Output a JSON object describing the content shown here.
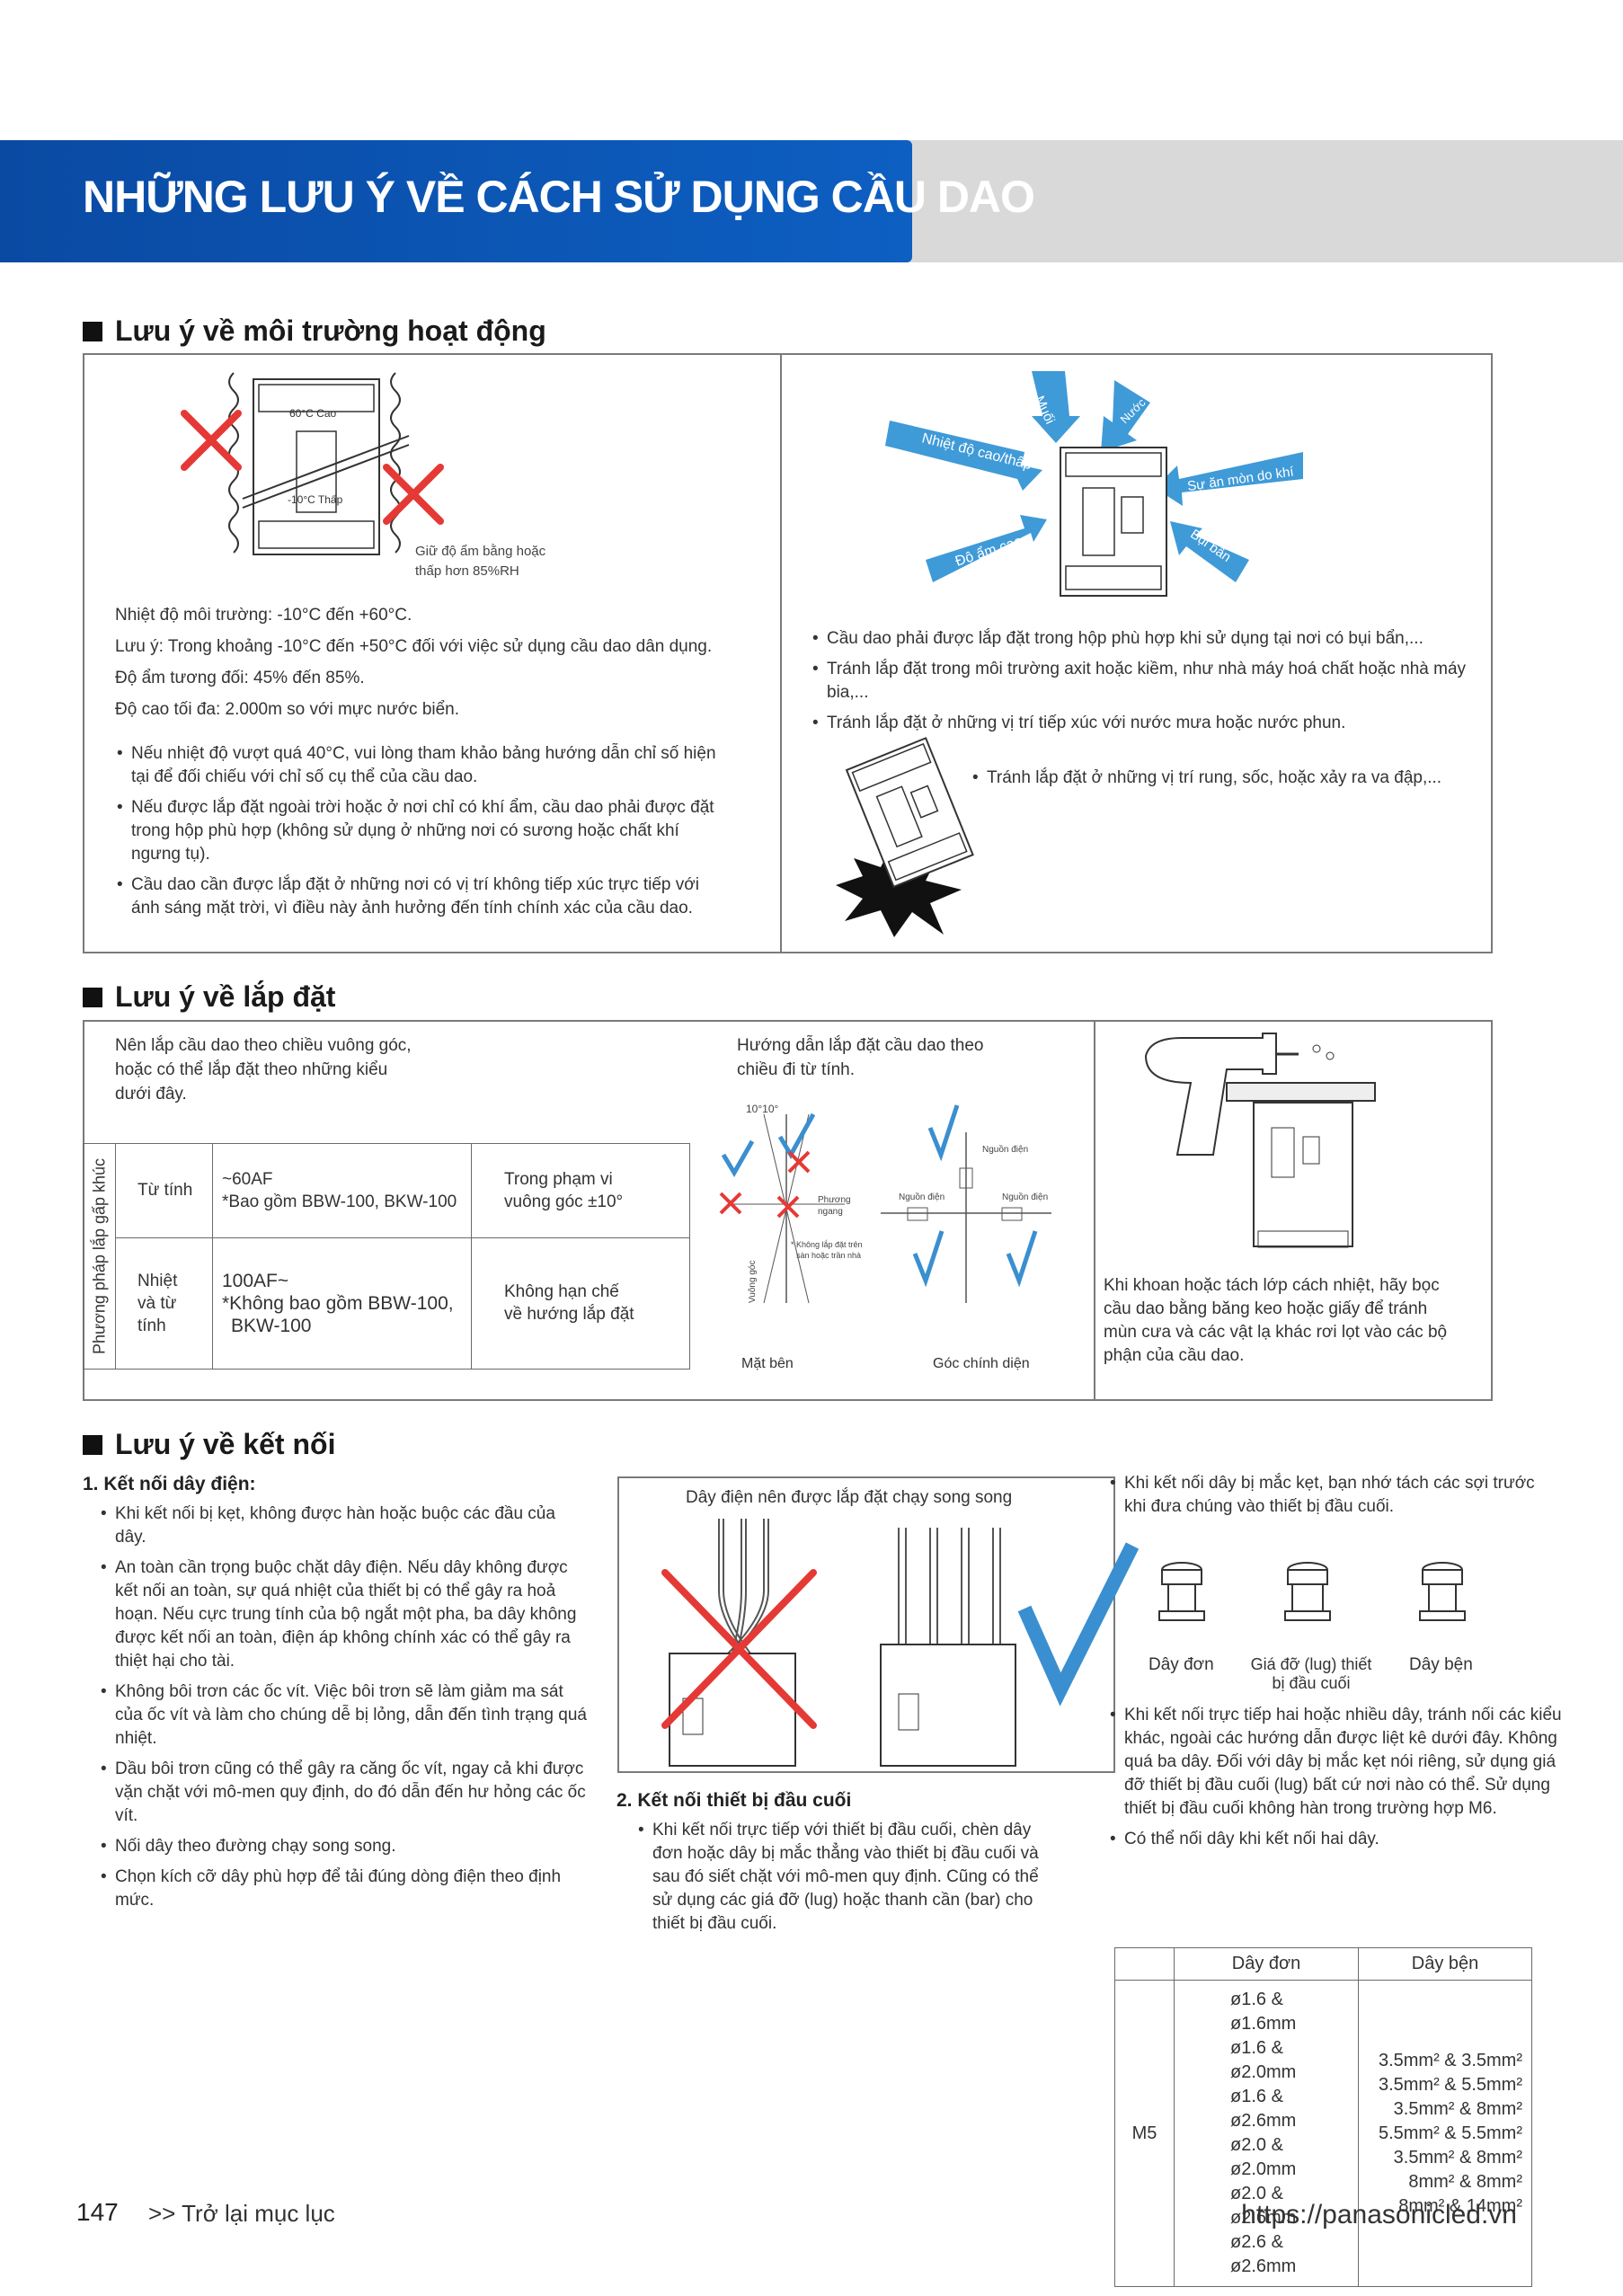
{
  "header": {
    "title": "NHỮNG LƯU Ý VỀ CÁCH SỬ DỤNG CẦU DAO"
  },
  "env": {
    "heading": "Lưu ý về môi trường hoạt động",
    "diagram": {
      "label_high": "60°C Cao",
      "label_low": "-10°C Thấp",
      "humidity_note_1": "Giữ độ ẩm bằng hoặc",
      "humidity_note_2": "thấp hơn 85%RH"
    },
    "specs": [
      "Nhiệt độ môi trường: -10°C đến +60°C.",
      "Lưu ý: Trong khoảng -10°C đến +50°C đối với việc sử dụng cầu dao dân dụng.",
      "Độ ẩm tương đối: 45% đến 85%.",
      "Độ cao tối đa: 2.000m so với mực nước biển."
    ],
    "left_bullets": [
      "Nếu nhiệt độ vượt quá 40°C, vui lòng tham khảo bảng hướng dẫn chỉ số hiện tại để đối chiếu với chỉ số cụ thể của cầu dao.",
      "Nếu được lắp đặt ngoài trời hoặc ở nơi chỉ có khí ẩm, cầu dao phải được đặt trong hộp phù hợp (không sử dụng ở những nơi có sương hoặc chất khí ngưng tụ).",
      "Cầu dao cần được lắp đặt ở những nơi có vị trí không tiếp xúc trực tiếp với ánh sáng mặt trời, vì điều này ảnh hưởng đến tính chính xác của cầu dao."
    ],
    "arrows": {
      "salt": "Muối",
      "rain": "Nước mưa",
      "temp": "Nhiệt độ cao/thấp",
      "corrosion": "Sự ăn mòn do khí",
      "humidity": "Độ ẩm cao",
      "dust": "Bụi bẩn"
    },
    "right_bullets": [
      "Cầu dao phải được lắp đặt trong hộp phù hợp khi sử dụng tại nơi có bụi bẩn,...",
      "Tránh lắp đặt trong môi trường axit hoặc kiềm, như nhà máy hoá chất hoặc nhà máy bia,...",
      "Tránh lắp đặt ở những vị trí tiếp xúc với nước mưa hoặc nước phun."
    ],
    "vibration_bullet": "Tránh lắp đặt ở những vị trí rung, sốc, hoặc xảy ra va đập,..."
  },
  "install": {
    "heading": "Lưu ý về lắp đặt",
    "intro": [
      "Nên lắp cầu dao theo chiều vuông góc,",
      "hoặc có thể lắp đặt theo những kiểu",
      "dưới đây."
    ],
    "vertical_label": "Phương pháp lắp gấp khúc",
    "rows": [
      {
        "type": "Từ tính",
        "spec": [
          "~60AF",
          "*Bao gồm BBW-100, BKW-100"
        ],
        "note": [
          "Trong phạm vi",
          "vuông góc ±10°"
        ]
      },
      {
        "type": [
          "Nhiệt",
          "và từ tính"
        ],
        "spec": [
          "100AF~",
          "*Không bao gồm BBW-100,",
          "BKW-100"
        ],
        "note": [
          "Không hạn chế",
          "về hướng lắp đặt"
        ]
      }
    ],
    "guide_title": [
      "Hướng dẫn lắp đặt cầu dao theo",
      "chiều đi từ tính."
    ],
    "angle_label": "10°10°",
    "phase_label": [
      "Phương",
      "ngang"
    ],
    "ceiling_note": [
      "* Không lắp đặt trên",
      "sàn hoặc trần nhà"
    ],
    "vertical_axis": "Vuông góc",
    "source_label": "Nguồn điện",
    "side_view": "Mặt bên",
    "front_view": "Góc chính diện",
    "drill_note": [
      "Khi khoan hoặc tách lớp cách nhiệt, hãy bọc",
      "cầu dao bằng băng keo hoặc giấy để tránh",
      "mùn cưa và các vật lạ khác rơi lọt vào các bộ",
      "phận của cầu dao."
    ]
  },
  "connect": {
    "heading": "Lưu ý về kết nối",
    "sub1": "1. Kết nối dây điện:",
    "bullets1": [
      "Khi kết nối bị kẹt, không được hàn hoặc buộc các đầu của dây.",
      "An toàn cần trọng buộc chặt dây điện. Nếu dây không được kết nối an toàn, sự quá nhiệt của thiết bị có thể gây ra hoả hoạn. Nếu cực trung tính của bộ ngắt một pha, ba dây không được kết nối an toàn, điện áp không chính xác có thể gây ra thiệt hại cho tài.",
      "Không bôi trơn các ốc vít. Việc bôi trơn sẽ làm giảm ma sát của ốc vít và làm cho chúng dễ bị lỏng, dẫn đến tình trạng quá nhiệt.",
      "Dầu bôi trơn cũng có thể gây ra căng ốc vít, ngay cả khi được vặn chặt với mô-men quy định, do đó dẫn đến hư hỏng các ốc vít.",
      "Nối dây theo đường chạy song song.",
      "Chọn kích cỡ dây phù hợp để tải đúng dòng điện theo định mức."
    ],
    "parallel_title": "Dây điện nên được lắp đặt chạy song song",
    "sub2": "2. Kết nối thiết bị đầu cuối",
    "bullets2": [
      "Khi kết nối trực tiếp với thiết bị đầu cuối, chèn dây đơn hoặc dây bị mắc thẳng vào thiết bị đầu cuối và sau đó siết chặt với mô-men quy định. Cũng có thể sử dụng các giá đỡ (lug) hoặc thanh cần (bar) cho thiết bị đầu cuối."
    ],
    "strand_bullet": "Khi kết nối dây bị mắc kẹt, bạn nhớ tách các sợi trước khi đưa chúng vào thiết bị đầu cuối.",
    "terminals": [
      "Dây đơn",
      "Giá đỡ (lug) thiết bị đầu cuối",
      "Dây bện"
    ],
    "bullets3": [
      "Khi kết nối trực tiếp hai hoặc nhiều dây, tránh nối các kiểu khác, ngoài các hướng dẫn được liệt kê dưới đây. Không quá ba dây. Đối với dây bị mắc kẹt nói riêng, sử dụng giá đỡ thiết bị đầu cuối (lug) bất cứ nơi nào có thể. Sử dụng thiết bị đầu cuối không hàn trong trường hợp M6.",
      "Có thể nối dây khi kết nối hai dây."
    ],
    "wire_table": {
      "headers": [
        "Dây đơn",
        "Dây bện"
      ],
      "row_label": "M5",
      "single": [
        "ø1.6 & ø1.6mm",
        "ø1.6 & ø2.0mm",
        "ø1.6 & ø2.6mm",
        "ø2.0 & ø2.0mm",
        "ø2.0 & ø2.6mm",
        "ø2.6 & ø2.6mm"
      ],
      "stranded": [
        "3.5mm² & 3.5mm²",
        "3.5mm² & 5.5mm²",
        "3.5mm² & 8mm²",
        "5.5mm² & 5.5mm²",
        "3.5mm² & 8mm²",
        "8mm² & 8mm²",
        "8mm² & 14mm²"
      ]
    }
  },
  "footer": {
    "page": "147",
    "back": ">> Trở lại mục lục",
    "url": "https://panasonicled.vn"
  },
  "colors": {
    "blue": "#0d5fc2",
    "arrow": "#3f9ad8",
    "red": "#e53935",
    "check": "#3a8fd0"
  }
}
